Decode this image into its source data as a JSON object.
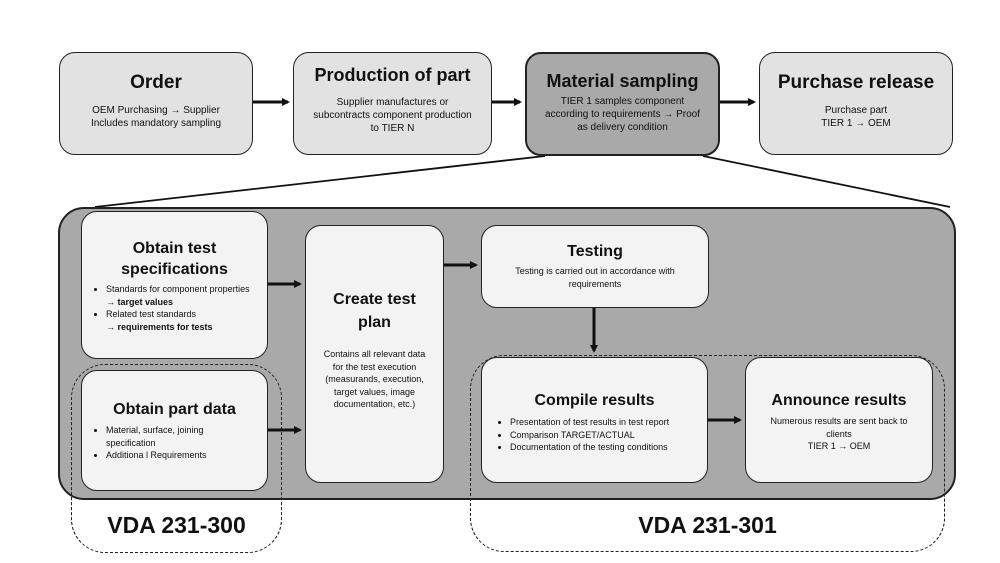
{
  "top_row": {
    "order": {
      "title": "Order",
      "lines": [
        "OEM Purchasing → Supplier",
        "Includes mandatory sampling"
      ]
    },
    "production": {
      "title": "Production of part",
      "lines": [
        "Supplier manufactures or",
        "subcontracts component production",
        "to TIER N"
      ]
    },
    "sampling": {
      "title": "Material sampling",
      "lines": [
        "TIER 1 samples component",
        "according to requirements → Proof",
        "as delivery condition"
      ]
    },
    "release": {
      "title": "Purchase release",
      "lines": [
        "Purchase part",
        "TIER 1 → OEM"
      ]
    }
  },
  "detail": {
    "test_specs": {
      "title_lines": [
        "Obtain test",
        "specifications"
      ],
      "bullet1": {
        "text": "Standards for component properties",
        "arrow": "→",
        "bold": "target values"
      },
      "bullet2": {
        "text": "Related test standards",
        "arrow": "→",
        "bold": "requirements for tests"
      }
    },
    "part_data": {
      "title": "Obtain part data",
      "bullets": [
        "Material, surface, joining specification",
        "Additiona l Requirements"
      ]
    },
    "test_plan": {
      "title_lines": [
        "Create test",
        "plan"
      ],
      "lines": [
        "Contains all relevant data",
        "for the test execution",
        "(measurands, execution,",
        "target values, image",
        "documentation, etc.)"
      ]
    },
    "testing": {
      "title": "Testing",
      "lines": [
        "Testing is carried out in accordance with",
        "requirements"
      ]
    },
    "compile": {
      "title": "Compile results",
      "bullets": [
        "Presentation of test results in test report",
        "Comparison TARGET/ACTUAL",
        "Documentation of the testing conditions"
      ]
    },
    "announce": {
      "title": "Announce results",
      "lines": [
        "Numerous results are sent back to",
        "clients",
        "TIER 1 → OEM"
      ]
    }
  },
  "standards": {
    "left": "VDA 231-300",
    "right": "VDA 231-301"
  },
  "colors": {
    "outer_panel": "#a9a9a9",
    "top_box": "#e2e2e2",
    "inner_box": "#f3f3f3",
    "stroke": "#222222"
  }
}
